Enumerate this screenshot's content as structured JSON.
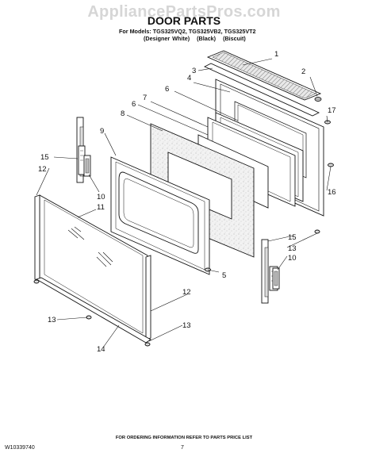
{
  "watermark": "AppliancePartsPros.com",
  "header": {
    "title": "DOOR PARTS",
    "models_line": "For Models: TGS325VQ2, TGS325VB2, TGS325VT2",
    "finishes": [
      "(Designer White)",
      "(Black)",
      "(Biscuit)"
    ]
  },
  "callouts": {
    "c1": "1",
    "c2": "2",
    "c3": "3",
    "c4": "4",
    "c5": "5",
    "c6a": "6",
    "c6b": "6",
    "c7": "7",
    "c8": "8",
    "c9": "9",
    "c10a": "10",
    "c10b": "10",
    "c11": "11",
    "c12a": "12",
    "c12b": "12",
    "c13a": "13",
    "c13b": "13",
    "c13c": "13",
    "c14": "14",
    "c15a": "15",
    "c15b": "15",
    "c16": "16",
    "c17": "17"
  },
  "footer": {
    "note": "FOR ORDERING INFORMATION REFER TO PARTS PRICE LIST",
    "doc_number": "W10339740",
    "page": "7"
  }
}
